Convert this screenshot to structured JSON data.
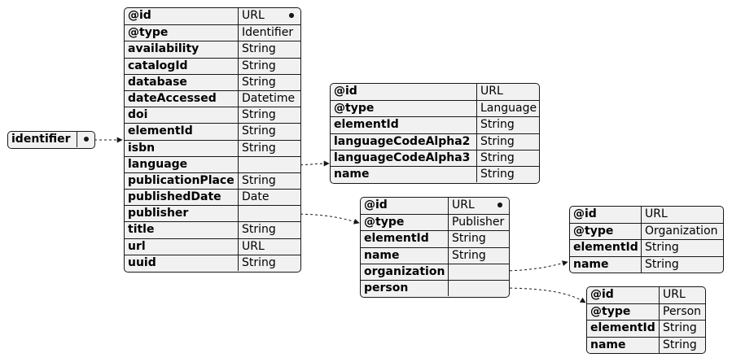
{
  "root": {
    "label": "identifier"
  },
  "identifier_table": {
    "rows": [
      {
        "key": "@id",
        "value": "URL"
      },
      {
        "key": "@type",
        "value": "Identifier"
      },
      {
        "key": "availability",
        "value": "String"
      },
      {
        "key": "catalogId",
        "value": "String"
      },
      {
        "key": "database",
        "value": "String"
      },
      {
        "key": "dateAccessed",
        "value": "Datetime"
      },
      {
        "key": "doi",
        "value": "String"
      },
      {
        "key": "elementId",
        "value": "String"
      },
      {
        "key": "isbn",
        "value": "String"
      },
      {
        "key": "language",
        "value": ""
      },
      {
        "key": "publicationPlace",
        "value": "String"
      },
      {
        "key": "publishedDate",
        "value": "Date"
      },
      {
        "key": "publisher",
        "value": ""
      },
      {
        "key": "title",
        "value": "String"
      },
      {
        "key": "url",
        "value": "URL"
      },
      {
        "key": "uuid",
        "value": "String"
      }
    ]
  },
  "language_table": {
    "rows": [
      {
        "key": "@id",
        "value": "URL"
      },
      {
        "key": "@type",
        "value": "Language"
      },
      {
        "key": "elementId",
        "value": "String"
      },
      {
        "key": "languageCodeAlpha2",
        "value": "String"
      },
      {
        "key": "languageCodeAlpha3",
        "value": "String"
      },
      {
        "key": "name",
        "value": "String"
      }
    ]
  },
  "publisher_table": {
    "rows": [
      {
        "key": "@id",
        "value": "URL"
      },
      {
        "key": "@type",
        "value": "Publisher"
      },
      {
        "key": "elementId",
        "value": "String"
      },
      {
        "key": "name",
        "value": "String"
      },
      {
        "key": "organization",
        "value": ""
      },
      {
        "key": "person",
        "value": ""
      }
    ]
  },
  "organization_table": {
    "rows": [
      {
        "key": "@id",
        "value": "URL"
      },
      {
        "key": "@type",
        "value": "Organization"
      },
      {
        "key": "elementId",
        "value": "String"
      },
      {
        "key": "name",
        "value": "String"
      }
    ]
  },
  "person_table": {
    "rows": [
      {
        "key": "@id",
        "value": "URL"
      },
      {
        "key": "@type",
        "value": "Person"
      },
      {
        "key": "elementId",
        "value": "String"
      },
      {
        "key": "name",
        "value": "String"
      }
    ]
  }
}
